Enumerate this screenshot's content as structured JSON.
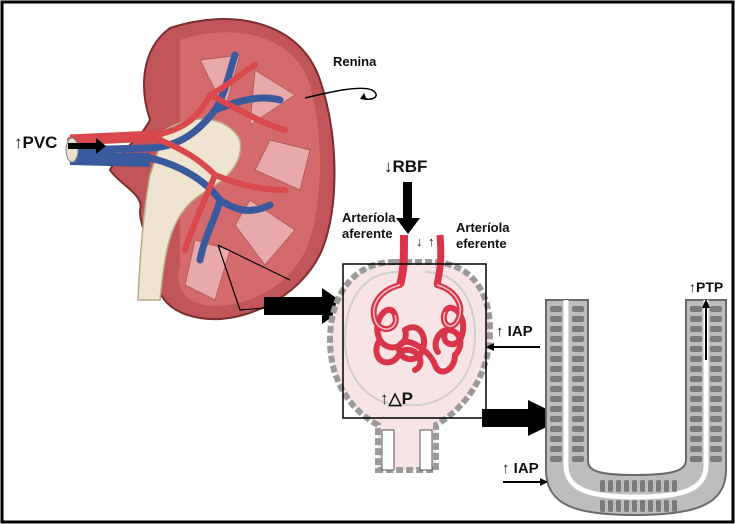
{
  "labels": {
    "renina": "Renina",
    "pvc": "↑PVC",
    "rbf": "↓RBF",
    "arteriola_aferente_l1": "Arteríola",
    "arteriola_aferente_l2": "aferente",
    "arteriola_eferente_l1": "Arteríola",
    "arteriola_eferente_l2": "eferente",
    "small_down_arrow": "↓",
    "small_up_arrow": "↑",
    "iap_right": "↑ IAP",
    "delta_p": "↑△P",
    "ptp": "↑PTP",
    "iap_bottom": "↑ IAP"
  },
  "colors": {
    "kidney_cortex": "#c85a5f",
    "kidney_medulla": "#e3a3a5",
    "kidney_pelvis": "#efe4cf",
    "artery": "#d8484c",
    "vein": "#3a5a9e",
    "glomerulus": "#d9344a",
    "capsule_fill": "#f8e4e4",
    "tubule": "#9a9a9a",
    "tubule_cell": "#666666",
    "arrow": "#000000"
  },
  "icons": [
    "renin-swirl-arrow",
    "block-arrow",
    "thin-arrow"
  ]
}
